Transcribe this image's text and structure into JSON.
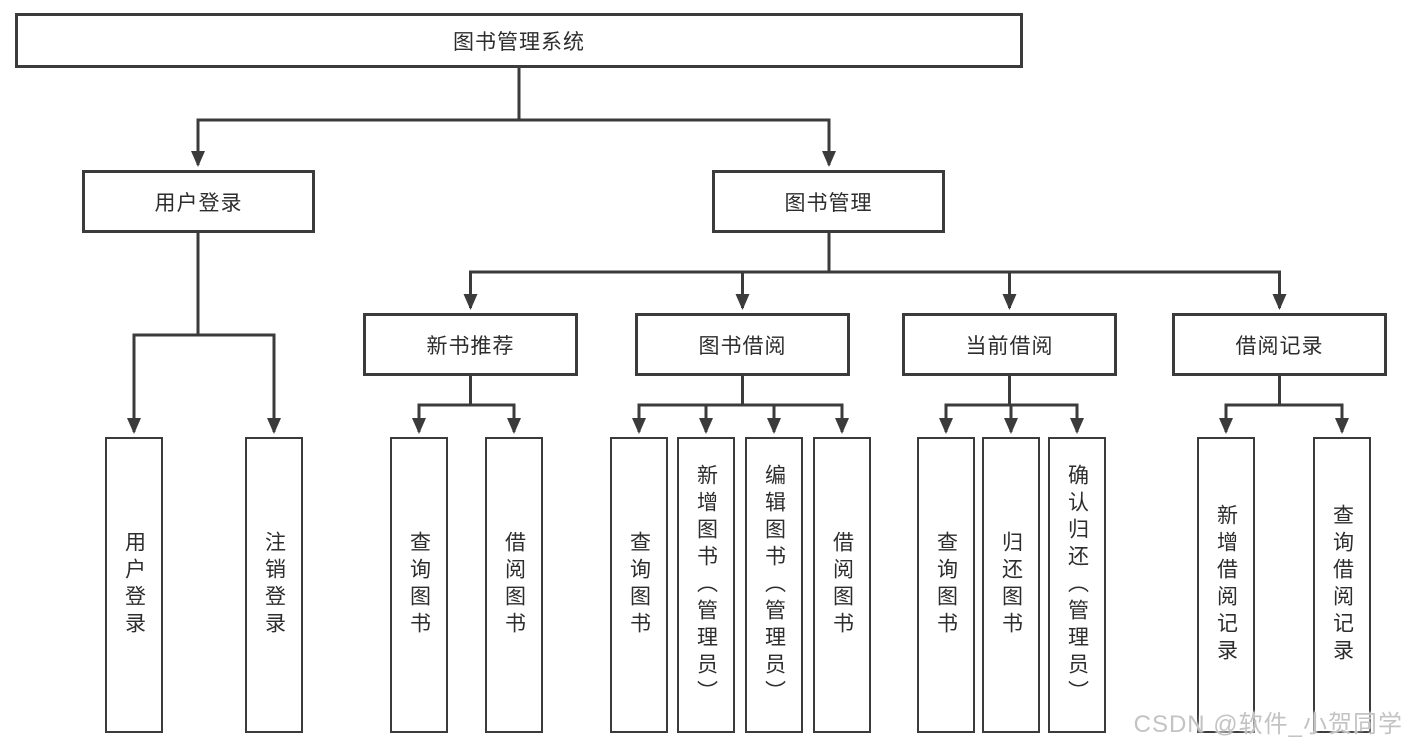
{
  "nodes": {
    "root": "图书管理系统",
    "user_login": "用户登录",
    "book_mgmt": "图书管理",
    "rec": "新书推荐",
    "borrow": "图书借阅",
    "current": "当前借阅",
    "records": "借阅记录",
    "leaves": {
      "user_login_children": [
        "用户登录",
        "注销登录"
      ],
      "rec_children": [
        "查询图书",
        "借阅图书"
      ],
      "borrow_children": [
        "查询图书",
        "新增图书（管理员）",
        "编辑图书（管理员）",
        "借阅图书"
      ],
      "current_children": [
        "查询图书",
        "归还图书",
        "确认归还（管理员）"
      ],
      "records_children": [
        "新增借阅记录",
        "查询借阅记录"
      ]
    }
  },
  "watermark": "CSDN @软件_小贺同学",
  "colors": {
    "line": "#3b3b3b",
    "text": "#2d2d2d",
    "watermark": "#c3c3c3",
    "background": "#ffffff"
  }
}
